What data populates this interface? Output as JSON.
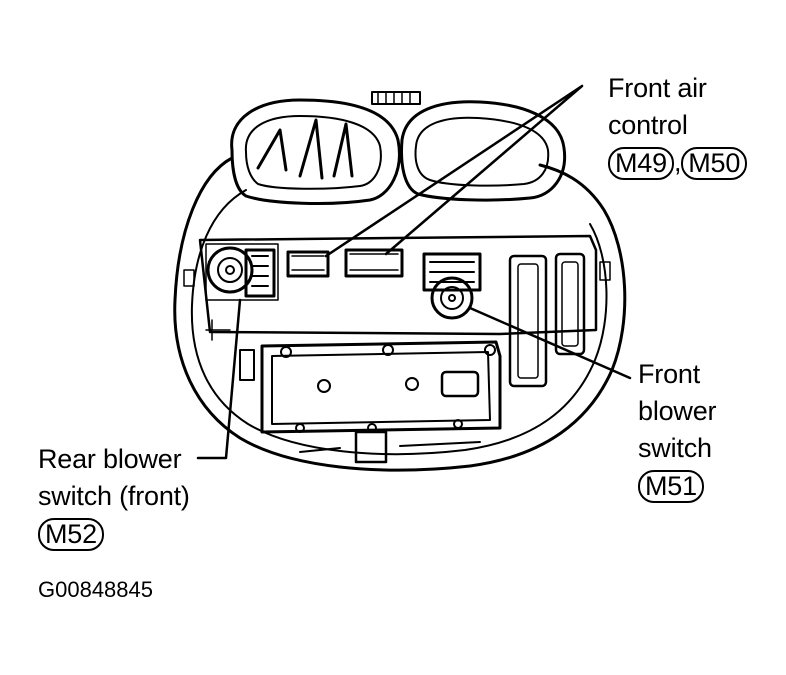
{
  "labels": {
    "front_air_control": {
      "line1": "Front air",
      "line2": "control",
      "connector_a": "M49",
      "separator": ",",
      "connector_b": "M50"
    },
    "front_blower_switch": {
      "line1": "Front",
      "line2": "blower",
      "line3": "switch",
      "connector": "M51"
    },
    "rear_blower_switch": {
      "line1": "Rear blower",
      "line2": "switch (front)",
      "connector": "M52"
    }
  },
  "figure_code": "G00848845",
  "colors": {
    "ink": "#000000",
    "paper": "#ffffff"
  }
}
